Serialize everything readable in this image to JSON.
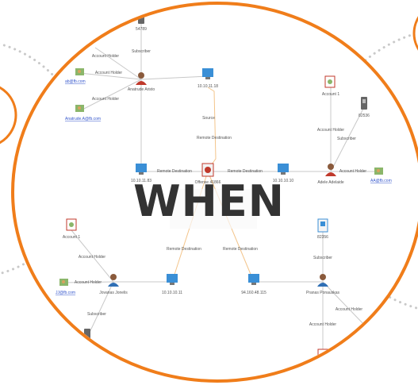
{
  "headline": "WHEN",
  "colors": {
    "accent": "#f07d1a",
    "dots": "#c9c9c9",
    "edge": "#c8c8c8",
    "edge_highlight": "#f3c48a",
    "link": "#3355cc",
    "headline": "#333333"
  },
  "nodes": {
    "phone_top": "54789",
    "person_top": "Anatrude Aristo",
    "ip_top": "10.10.11.18",
    "ip_left": "10.10.11.83",
    "center": "Offense 41866",
    "ip_right": "10.10.10.10",
    "person_right": "Adele Adelaide",
    "account_right": "Account 1",
    "phone_right": "82536",
    "account_left": "Account 1",
    "person_bottom_left": "Jovanas Jonelis",
    "ip_bottom_left": "10.10.10.11",
    "ip_bottom_mid": "94.160.48.115",
    "person_bottom_right": "Pranas Ponauskas",
    "phone_bottom_right": "82356"
  },
  "links": {
    "link_1": "ab@fb.com",
    "link_2": "Anatrude.A@fb.com",
    "link_3": "AA@fb.com",
    "link_4": "JJ@fb.com"
  },
  "edge_labels": {
    "subscriber_top": "Subscriber",
    "holder_top_1": "Account Holder",
    "holder_top_2": "Account Holder",
    "holder_top_3": "Account Holder",
    "source": "Source",
    "remote_vertical": "Remote Destination",
    "remote_left": "Remote Destination",
    "remote_right": "Remote Destination",
    "holder_right_1": "Account Holder",
    "subscriber_right": "Subscriber",
    "holder_right_2": "Account Holder",
    "remote_bottom_left": "Remote Destination",
    "remote_bottom_right": "Remote Destination",
    "holder_bottom_left_1": "Account Holder",
    "holder_bottom_left_2": "Account Holder",
    "subscriber_bottom_left": "Subscriber",
    "subscriber_bottom_right": "Subscriber",
    "holder_bottom_right_1": "Account Holder",
    "holder_bottom_right_2": "Account Holder"
  }
}
